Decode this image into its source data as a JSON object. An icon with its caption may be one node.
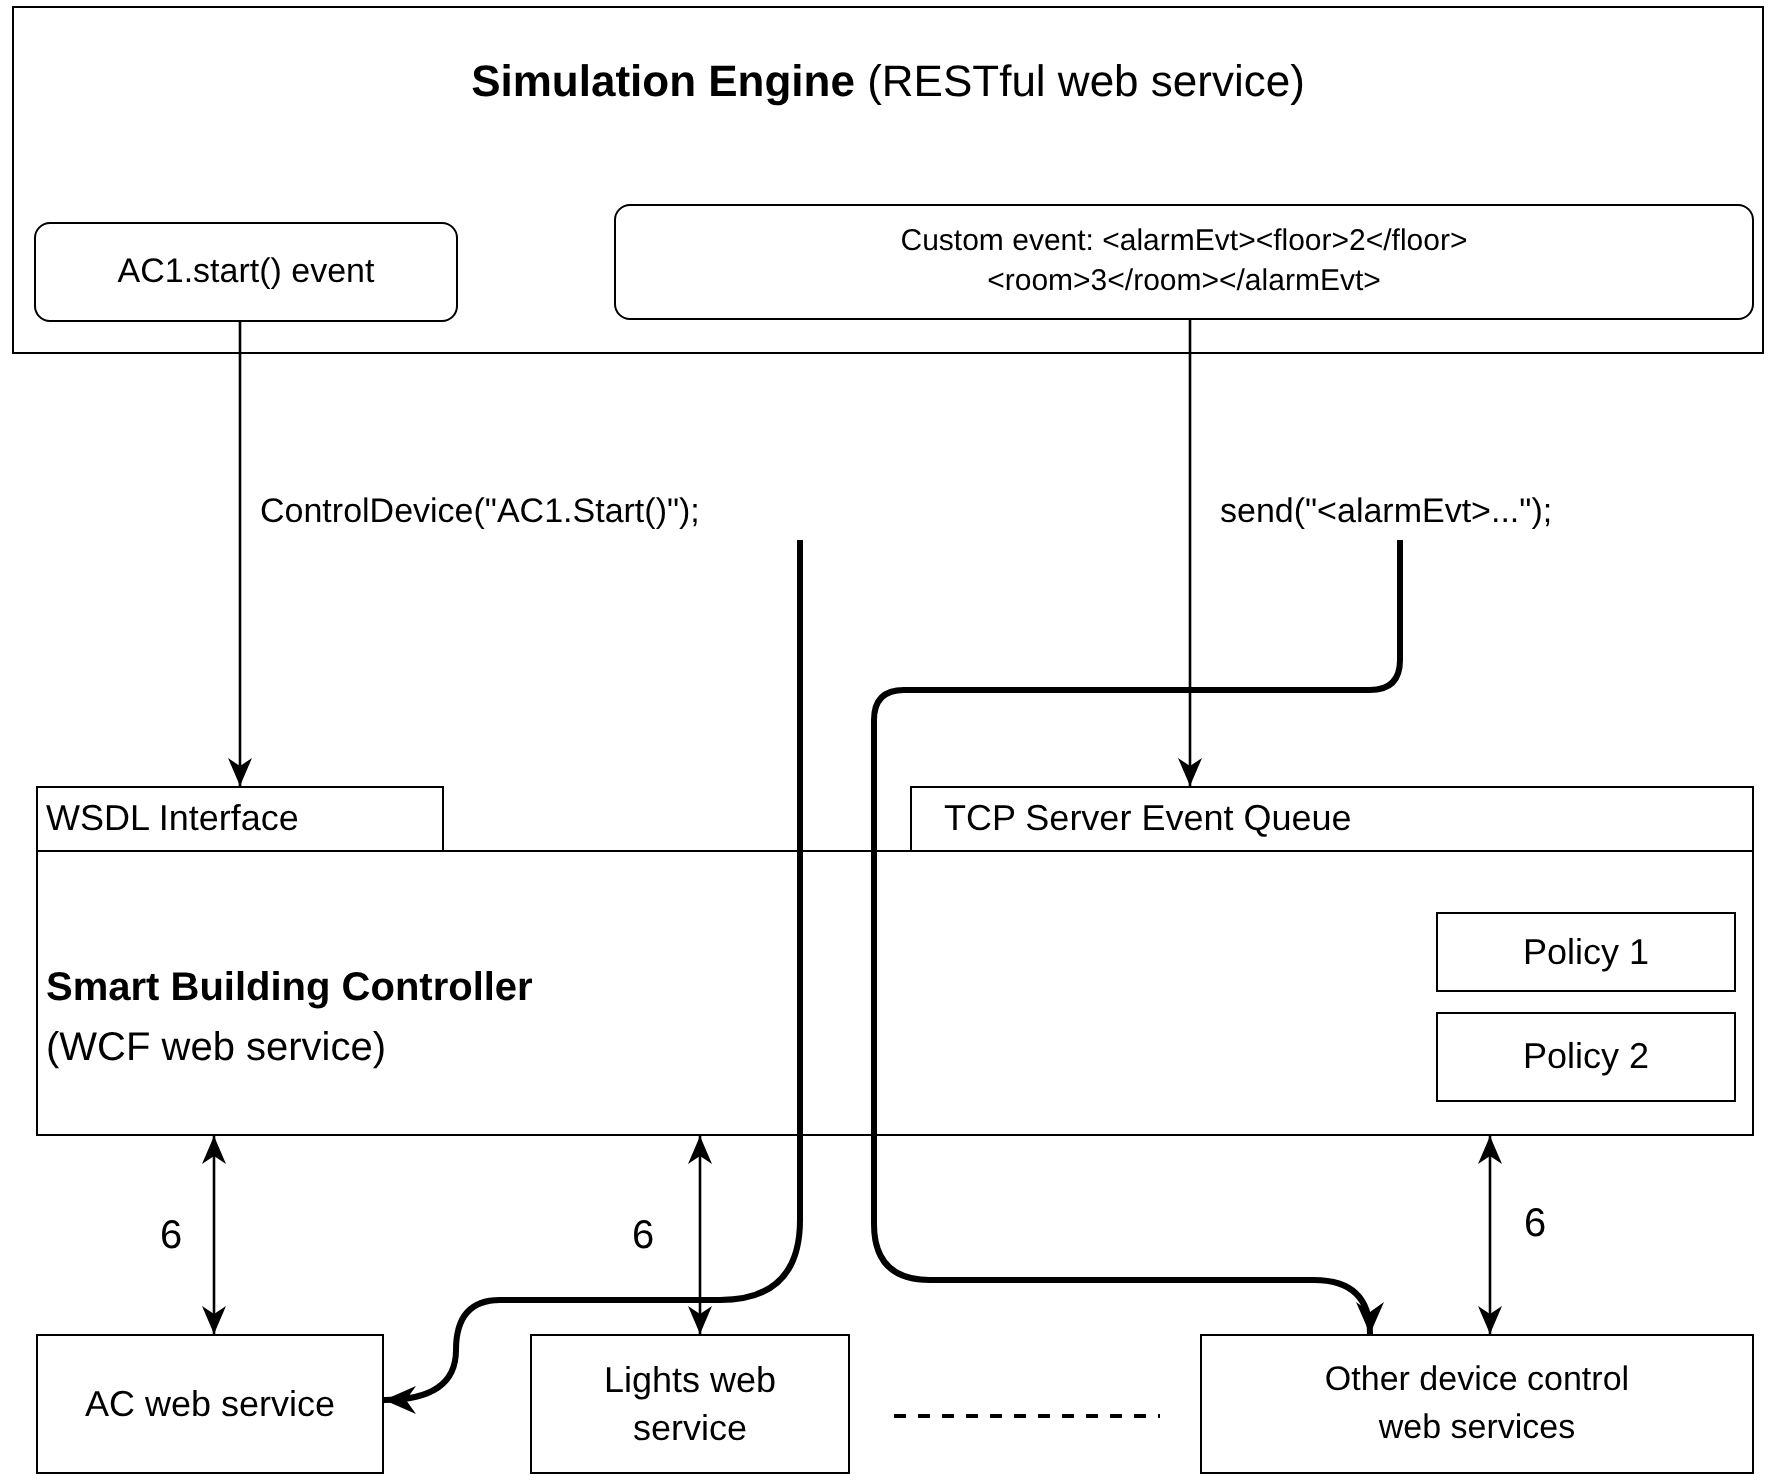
{
  "diagram": {
    "nodes": [
      {
        "text": [
          "**Simulation Engine** (RESTful web service)"
        ]
      },
      {
        "text": [
          "AC1.start() event"
        ],
        "in": 0
      },
      {
        "text": [
          "Custom event: <alarmEvt><floor>2</floor> <room>3</room></alarmEvt>"
        ],
        "in": 0
      },
      {
        "text": [
          "ControlDevice(\"AC1.Start()\");"
        ]
      },
      {
        "text": [
          "send(\"<alarmEvt>...\");"
        ]
      },
      {
        "text": [
          "WSDL Interface"
        ]
      },
      {
        "text": [
          "TCP Server Event Queue"
        ]
      },
      {
        "text": [
          "Smart Building Controller",
          "(WCF web service)"
        ]
      },
      {
        "text": [
          "Policy 1"
        ],
        "in": 7
      },
      {
        "text": [
          "Policy 2"
        ],
        "in": 7
      },
      {
        "text": [
          "AC web service"
        ]
      },
      {
        "text": [
          "Lights web service"
        ]
      },
      {
        "text": [
          "Other device control web services"
        ]
      }
    ],
    "edges": [
      {
        "from": 1,
        "to": 5,
        "arrow": "to"
      },
      {
        "from": 2,
        "to": 6,
        "arrow": "to"
      },
      {
        "from": 7,
        "to": 10,
        "arrow": "both",
        "label": "6"
      },
      {
        "from": 7,
        "to": 11,
        "arrow": "both",
        "label": "6"
      },
      {
        "from": 7,
        "to": 12,
        "arrow": "both",
        "label": "6"
      },
      {
        "from": 3,
        "to": 10,
        "arrow": "to",
        "style": "thick"
      },
      {
        "from": 4,
        "to": 12,
        "arrow": "to",
        "style": "thick"
      }
    ]
  }
}
